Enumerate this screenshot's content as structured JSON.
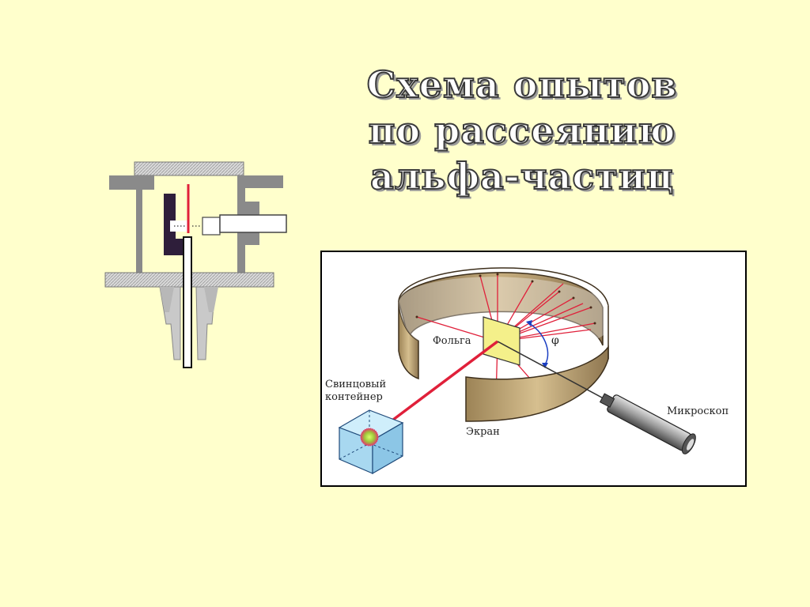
{
  "title": {
    "line1": "Схема опытов",
    "line2": "по рассеянию",
    "line3": "альфа-частиц"
  },
  "labels": {
    "foil": "Фольга",
    "container_line1": "Свинцовый",
    "container_line2": "контейнер",
    "screen": "Экран",
    "microscope": "Микроскоп",
    "angle": "φ"
  },
  "colors": {
    "background": "#ffffcc",
    "rays": "#e0203a",
    "screen_band": "#b59c6e",
    "foil": "#f4f08a",
    "container": "#a8d8f0",
    "angle_arrow": "#1a3ec2"
  }
}
